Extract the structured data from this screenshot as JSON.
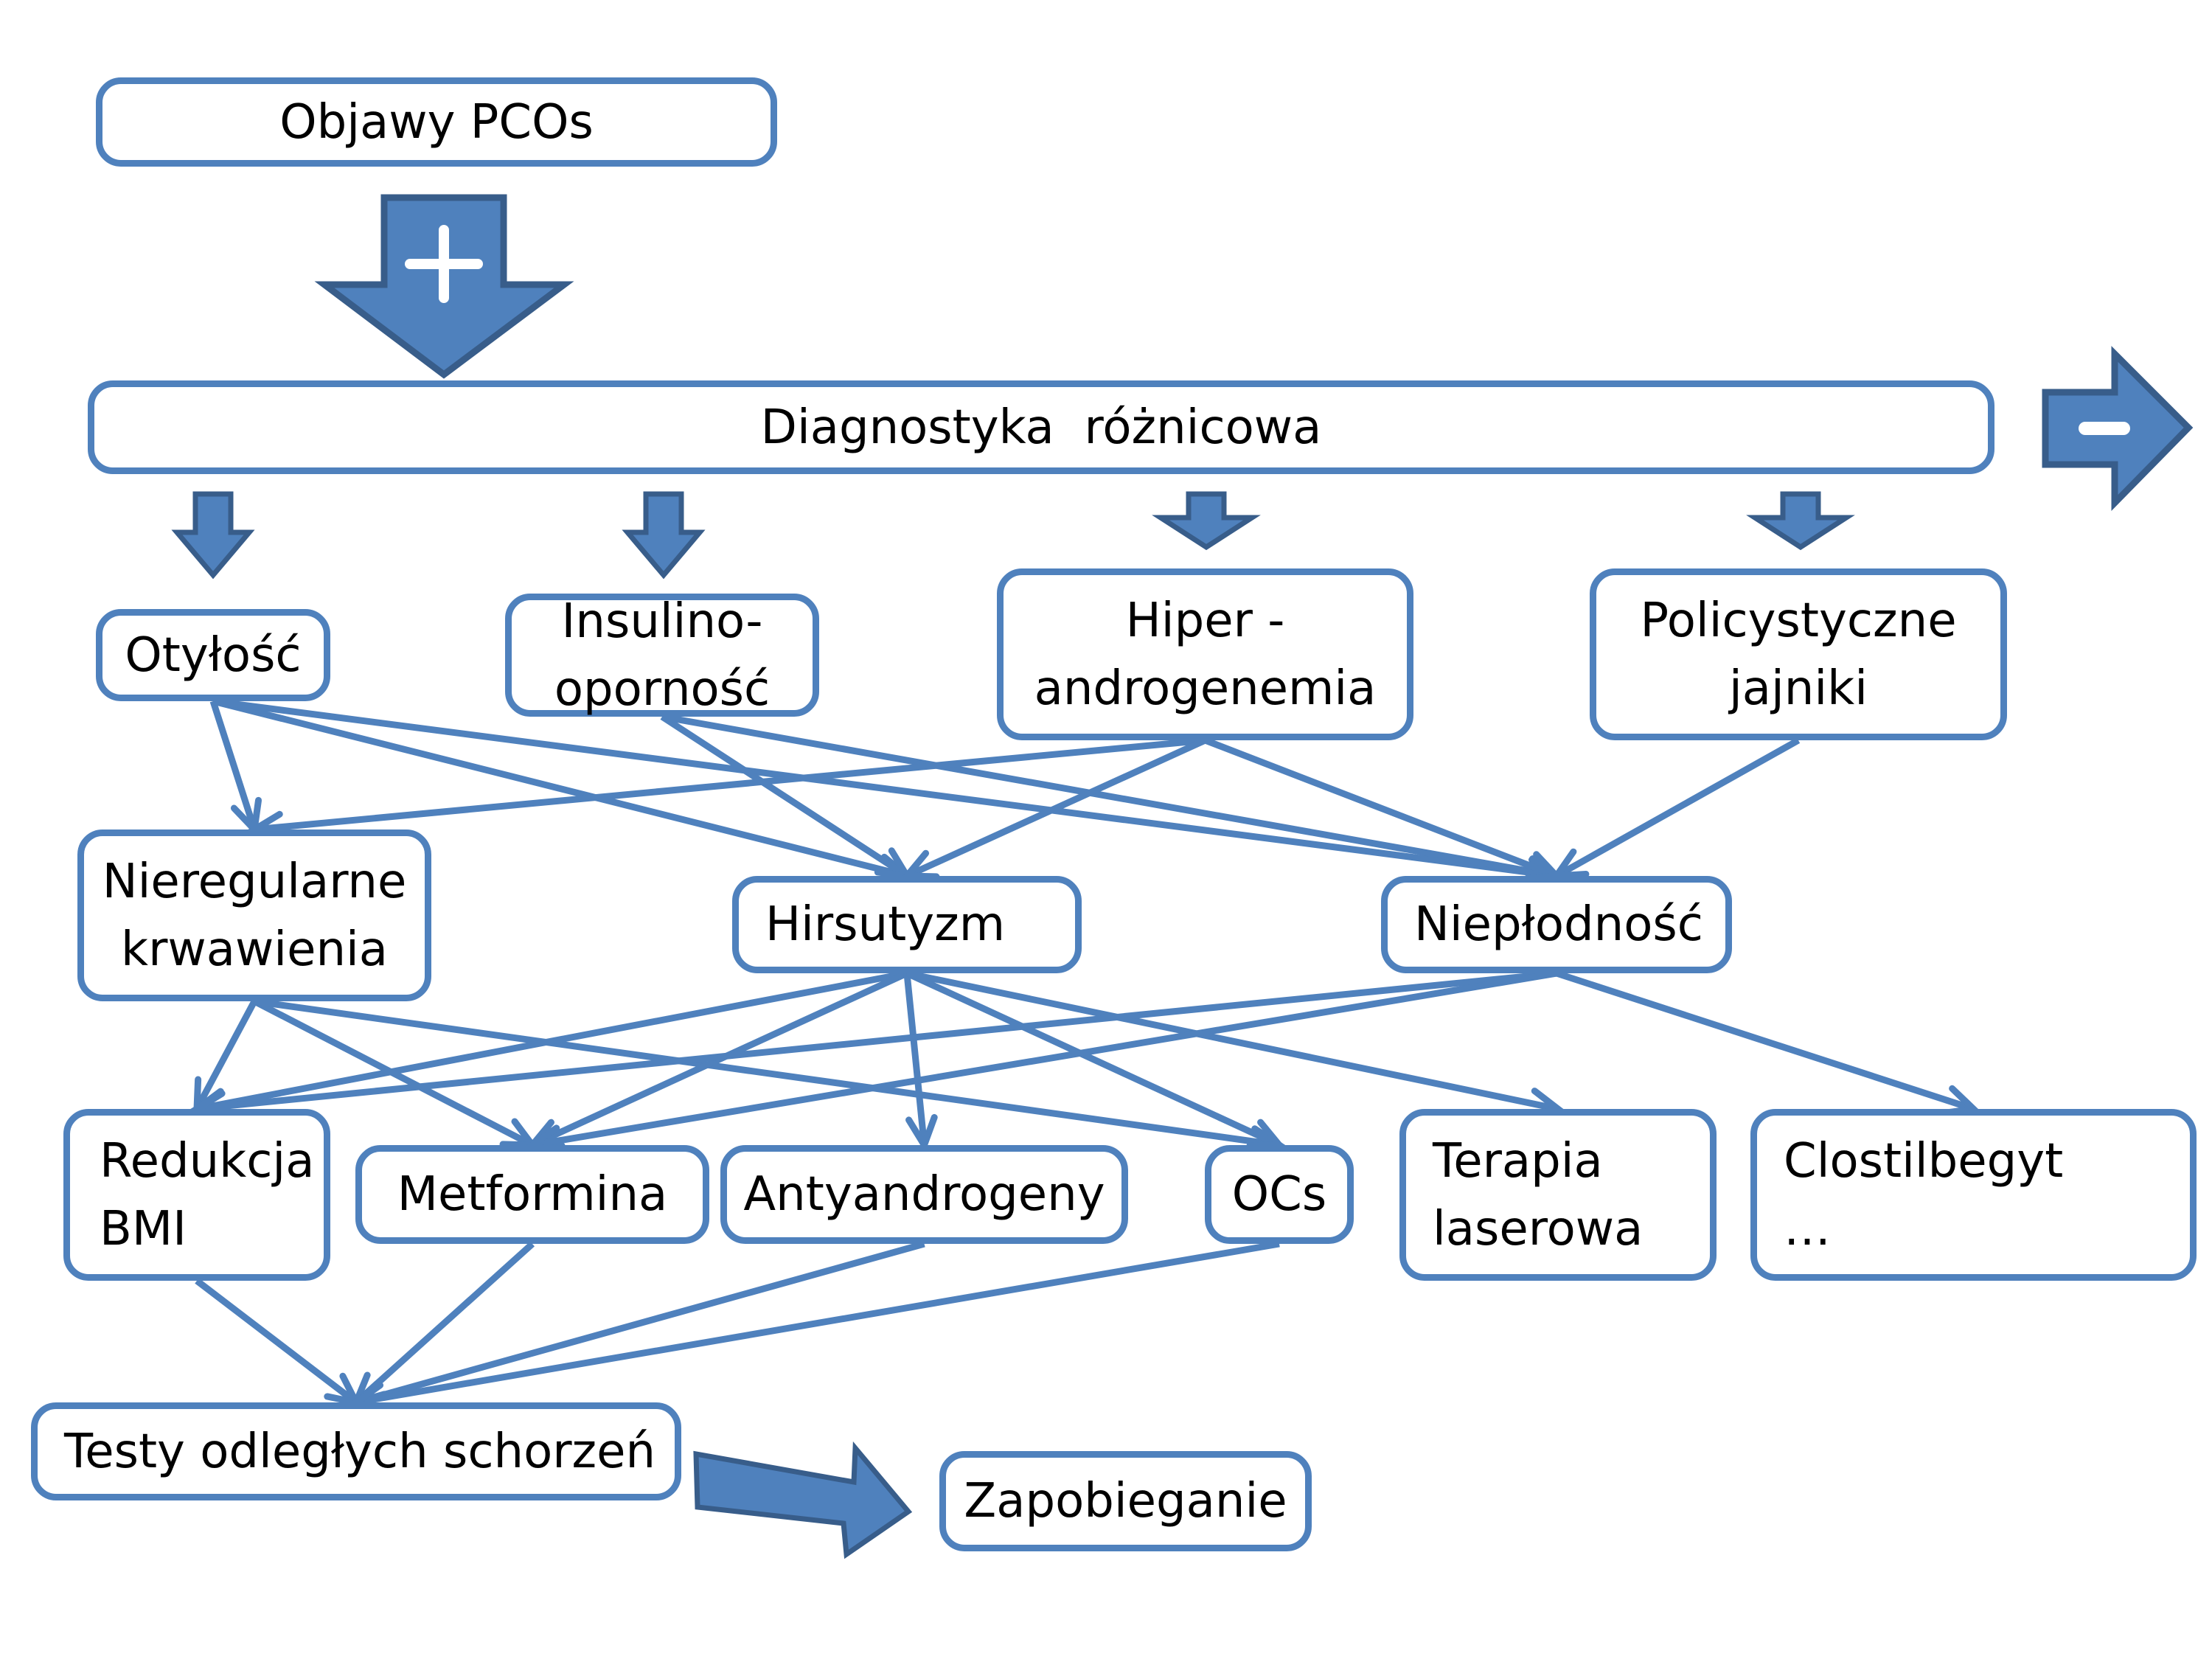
{
  "colors": {
    "accent": "#4f81bd",
    "accent_dark": "#385d8a",
    "text": "#000000",
    "background": "#ffffff"
  },
  "nodes": {
    "objawy": "Objawy PCOs",
    "diagnostyka": "Diagnostyka  różnicowa",
    "otylosc": "Otyłość",
    "insulinoopornosc": "Insulino-\noporność",
    "hiperandrogenemia": "Hiper -\nandrogenemia",
    "policystyczne": "Policystyczne\njajniki",
    "nieregularne": "Nieregularne\nkrwawienia",
    "hirsutyzm": "Hirsutyzm",
    "nieplodnosc": "Niepłodność",
    "redukcja": "Redukcja\nBMI",
    "metformina": "Metformina",
    "antyandrogeny": "Antyandrogeny",
    "ocs": "OCs",
    "terapia": "Terapia\nlaserowa",
    "clostilbegyt": "Clostilbegyt\n…",
    "testy": "Testy odległych schorzeń",
    "zapobieganie": "Zapobieganie"
  },
  "icons": {
    "plus_arrow": "plus-down-arrow",
    "minus_arrow": "minus-right-arrow"
  },
  "edges": [
    [
      "otylosc",
      "nieregularne"
    ],
    [
      "otylosc",
      "hirsutyzm"
    ],
    [
      "otylosc",
      "nieplodnosc"
    ],
    [
      "insulinoopornosc",
      "hirsutyzm"
    ],
    [
      "insulinoopornosc",
      "nieplodnosc"
    ],
    [
      "hiperandrogenemia",
      "nieregularne"
    ],
    [
      "hiperandrogenemia",
      "hirsutyzm"
    ],
    [
      "hiperandrogenemia",
      "nieplodnosc"
    ],
    [
      "policystyczne",
      "nieplodnosc"
    ],
    [
      "nieregularne",
      "redukcja"
    ],
    [
      "nieregularne",
      "metformina"
    ],
    [
      "nieregularne",
      "ocs"
    ],
    [
      "hirsutyzm",
      "redukcja"
    ],
    [
      "hirsutyzm",
      "metformina"
    ],
    [
      "hirsutyzm",
      "antyandrogeny"
    ],
    [
      "hirsutyzm",
      "ocs"
    ],
    [
      "hirsutyzm",
      "terapia"
    ],
    [
      "nieplodnosc",
      "redukcja"
    ],
    [
      "nieplodnosc",
      "metformina"
    ],
    [
      "nieplodnosc",
      "clostilbegyt"
    ],
    [
      "redukcja",
      "testy"
    ],
    [
      "metformina",
      "testy"
    ],
    [
      "antyandrogeny",
      "testy"
    ],
    [
      "ocs",
      "testy"
    ]
  ]
}
